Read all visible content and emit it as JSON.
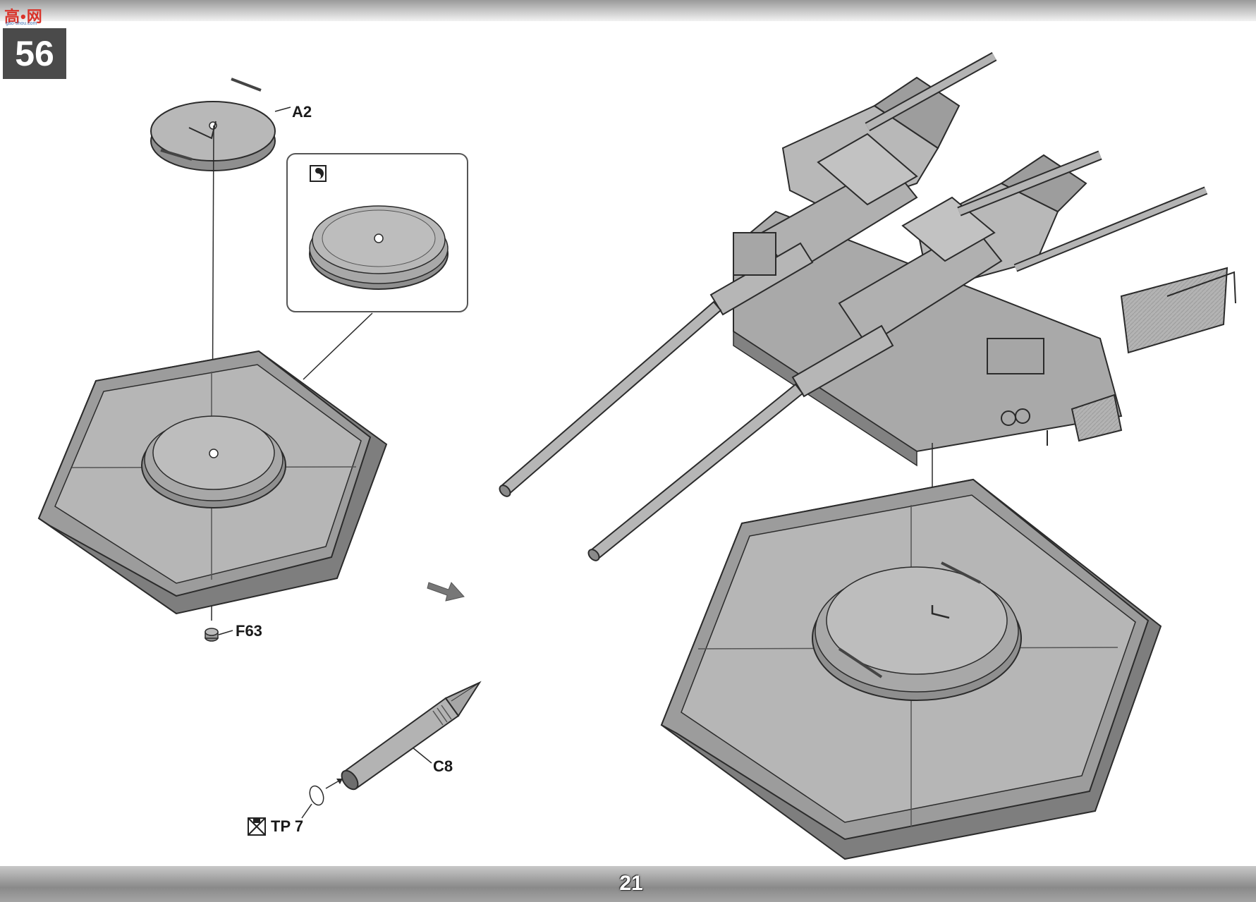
{
  "header": {
    "watermark_text": "高•网",
    "watermark_sub": "gao-shou.com"
  },
  "step": {
    "number": "56"
  },
  "parts": {
    "a2": "A2",
    "f63": "F63",
    "c8": "C8",
    "tp7": "TP 7"
  },
  "footer": {
    "page_number": "21"
  },
  "colors": {
    "part_fill": "#b3b3b3",
    "part_shade": "#8f8f8f",
    "outline": "#2b2b2b",
    "step_badge": "#4a4a4a",
    "watermark_red": "#d9342b"
  }
}
